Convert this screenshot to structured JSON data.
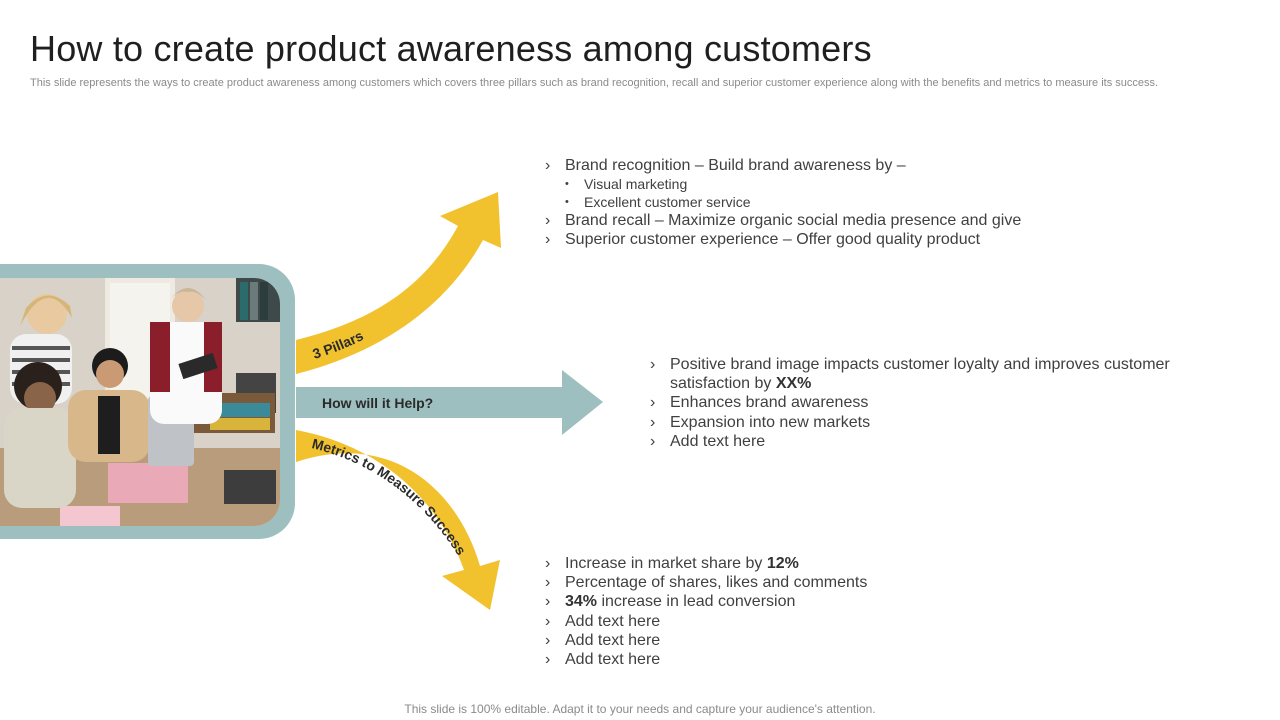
{
  "title": "How to create product awareness among customers",
  "subtitle": "This slide represents the ways to create product awareness among customers which covers three pillars such as brand recognition, recall and superior customer experience along with the benefits and metrics to measure its success.",
  "arrows": {
    "top_label": "3 Pillars",
    "middle_label": "How will it Help?",
    "bottom_label": "Metrics to Measure Success"
  },
  "colors": {
    "yellow": "#f2c12e",
    "teal": "#9dbfbf",
    "text": "#404040"
  },
  "pillars": {
    "items": [
      "Brand recognition – Build brand awareness by –",
      "Brand recall – Maximize organic social media presence and give",
      "Superior customer experience – Offer good quality product"
    ],
    "sub_items": [
      "Visual marketing",
      "Excellent customer service"
    ]
  },
  "help": {
    "item1_text": "Positive brand image impacts customer loyalty and improves customer satisfaction by ",
    "item1_bold": "XX%",
    "items": [
      "Enhances brand awareness",
      "Expansion into new markets",
      "Add text here"
    ]
  },
  "metrics": {
    "item1_text": "Increase in market share by ",
    "item1_bold": "12%",
    "item2": "Percentage of shares, likes and comments",
    "item3_bold": "34%",
    "item3_text": " increase in lead conversion",
    "items": [
      "Add text here",
      "Add text here",
      "Add text here"
    ]
  },
  "footer": "This slide is 100% editable. Adapt it to your needs and capture your audience's attention."
}
